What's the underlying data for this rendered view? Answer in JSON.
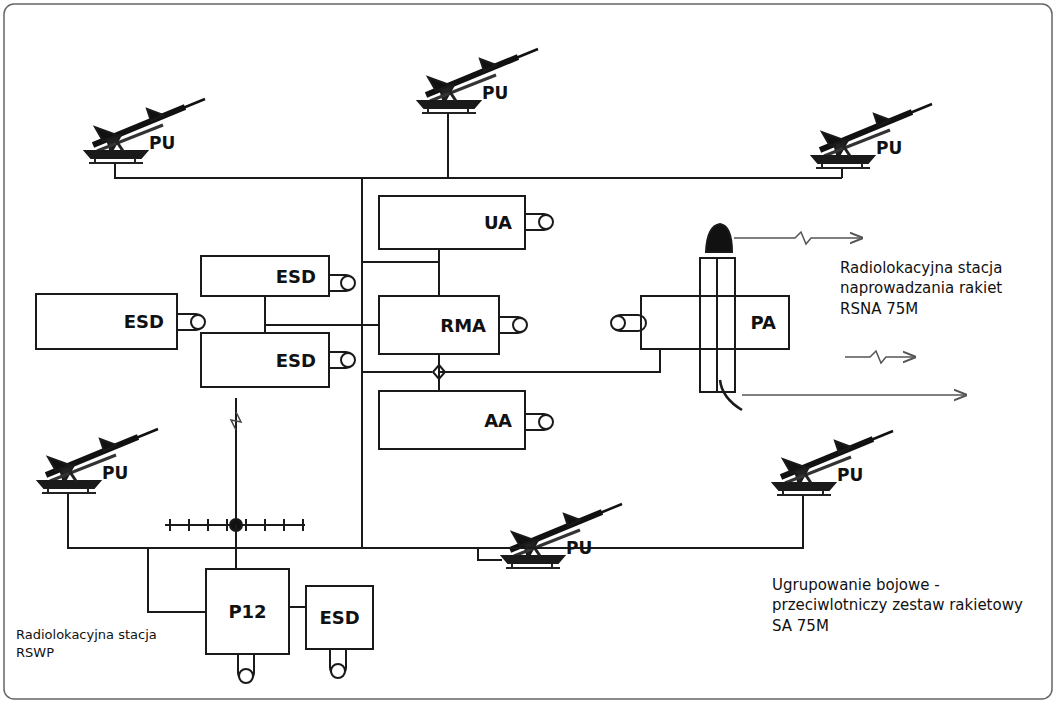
{
  "diagram": {
    "nodes": [
      {
        "text": [
          "UA"
        ]
      },
      {
        "text": [
          "ESD"
        ]
      },
      {
        "text": [
          "ESD"
        ]
      },
      {
        "text": [
          "RMA"
        ]
      },
      {
        "text": [
          "PA"
        ]
      },
      {
        "text": [
          "ESD"
        ]
      },
      {
        "text": [
          "AA"
        ]
      },
      {
        "text": [
          "P12"
        ]
      },
      {
        "text": [
          "ESD"
        ]
      }
    ],
    "edges": [
      {
        "from": 0,
        "to": 3,
        "arrow": "none"
      },
      {
        "from": 1,
        "to": 3,
        "arrow": "none"
      },
      {
        "from": 5,
        "to": 3,
        "arrow": "none"
      },
      {
        "from": 3,
        "to": 4,
        "arrow": "none"
      },
      {
        "from": 3,
        "to": 6,
        "arrow": "none"
      },
      {
        "from": 7,
        "to": 8,
        "arrow": "none"
      }
    ],
    "labels": [
      "PU",
      "PU",
      "PU",
      "Radiolokacyjna stacja naprowadzania rakiet RSNA 75M",
      "PU",
      "PU",
      "PU",
      "Ugrupowanie bojowe - przeciwlotniczy zestaw rakietowy SA 75M",
      "Radiolokacyjna stacja RSWP"
    ]
  }
}
